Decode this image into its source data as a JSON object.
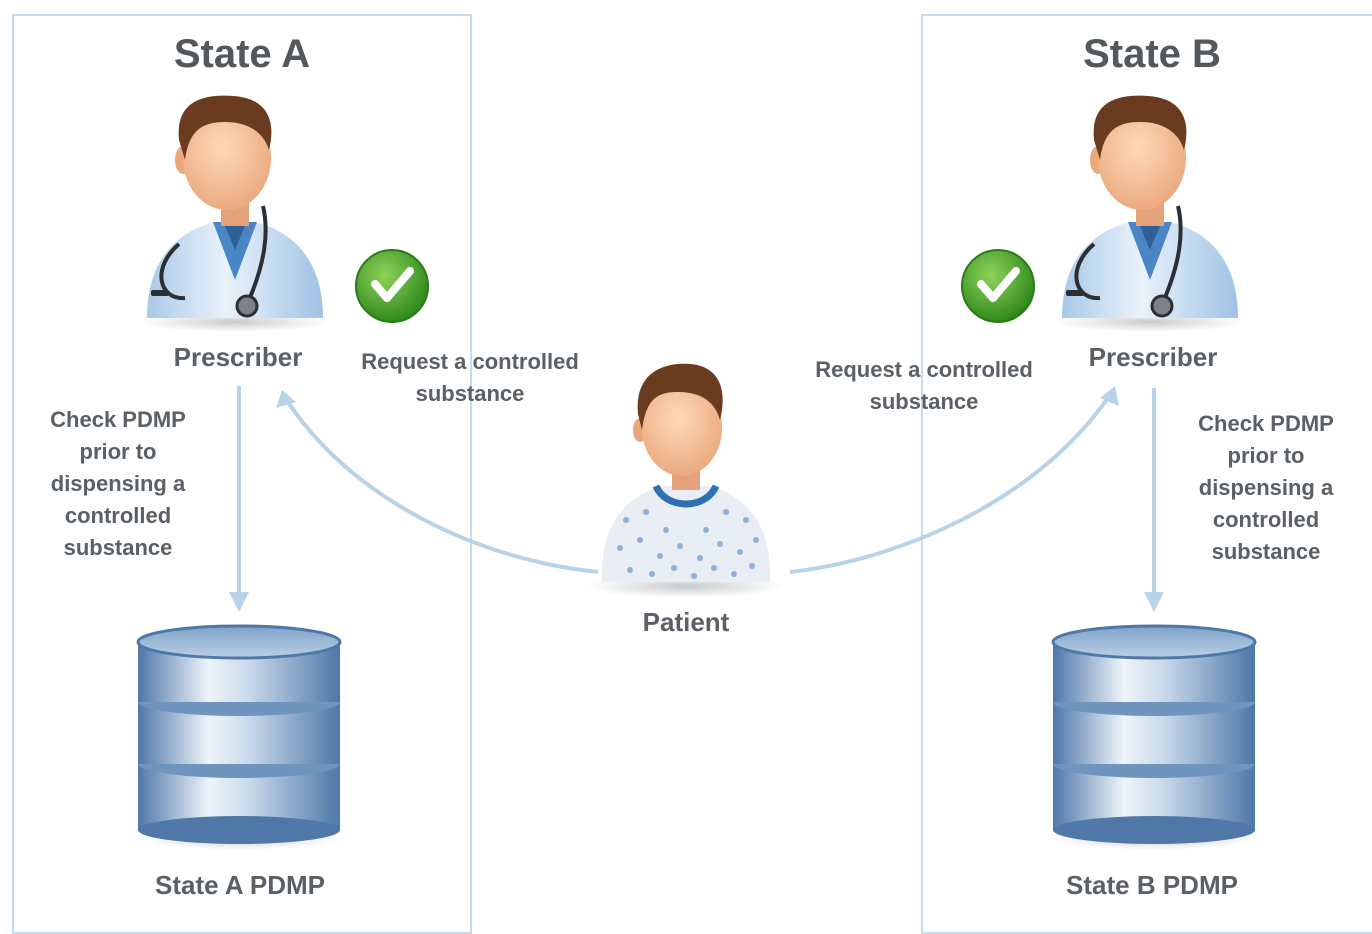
{
  "state_a": {
    "title": "State A",
    "prescriber_label": "Prescriber",
    "check_note": [
      "Check PDMP",
      "prior to",
      "dispensing a",
      "controlled",
      "substance"
    ],
    "request_note": [
      "Request a controlled",
      "substance"
    ],
    "database_label": "State A PDMP"
  },
  "state_b": {
    "title": "State B",
    "prescriber_label": "Prescriber",
    "check_note": [
      "Check PDMP",
      "prior to",
      "dispensing a",
      "controlled",
      "substance"
    ],
    "request_note": [
      "Request a controlled",
      "substance"
    ],
    "database_label": "State B PDMP"
  },
  "patient": {
    "label": "Patient"
  },
  "icons": {
    "prescriber": "doctor-with-stethoscope-icon",
    "patient": "patient-in-gown-icon",
    "approval": "green-checkmark-icon",
    "database": "database-cylinder-icon"
  },
  "colors": {
    "border": "#c6dcec",
    "arrow": "#b6d3e8",
    "check_green": "#4aa12a",
    "db_blue": "#6f95bf",
    "text": "#5a6066"
  }
}
